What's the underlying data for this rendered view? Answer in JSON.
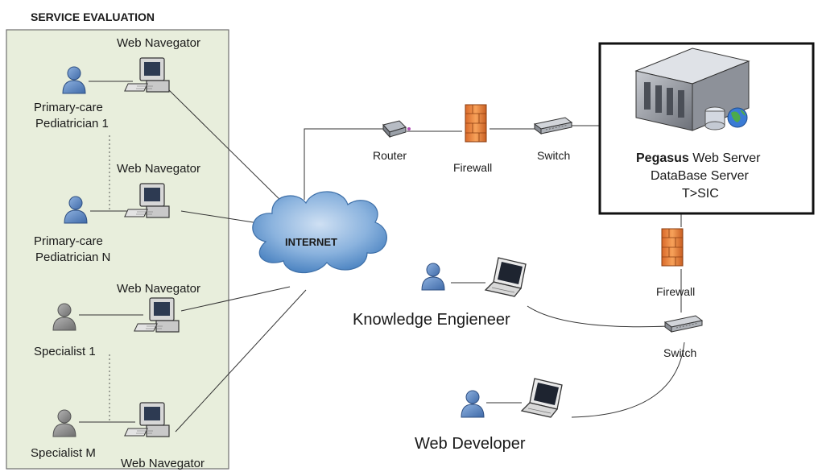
{
  "section_title": "SERVICE EVALUATION",
  "clients": [
    {
      "user_label": "Primary-care\nPediatrician 1",
      "station_label": "Web Navegator",
      "user_color": "#5a86c2"
    },
    {
      "user_label": "Primary-care\nPediatrician N",
      "station_label": "Web Navegator",
      "user_color": "#5a86c2"
    },
    {
      "user_label": "Specialist 1",
      "station_label": "Web Navegator",
      "user_color": "#8a8a8a"
    },
    {
      "user_label": "Specialist M",
      "station_label": "Web Navegator",
      "user_color": "#8a8a8a"
    }
  ],
  "internet_label": "INTERNET",
  "router_label": "Router",
  "firewall_top_label": "Firewall",
  "switch_top_label": "Switch",
  "server": {
    "line1_bold": "Pegasus",
    "line1_rest": " Web Server",
    "line2": "DataBase Server",
    "line3": "T>SIC"
  },
  "firewall_right_label": "Firewall",
  "switch_right_label": "Switch",
  "knowledge_engineer_label": "Knowledge Engieneer",
  "web_developer_label": "Web Developer",
  "colors": {
    "panel_fill": "#e8eedc",
    "panel_border": "#6f6f6f",
    "firewall": "#f08a3c",
    "cloud": "#6f9fd3",
    "user_blue": "#5a86c2"
  }
}
